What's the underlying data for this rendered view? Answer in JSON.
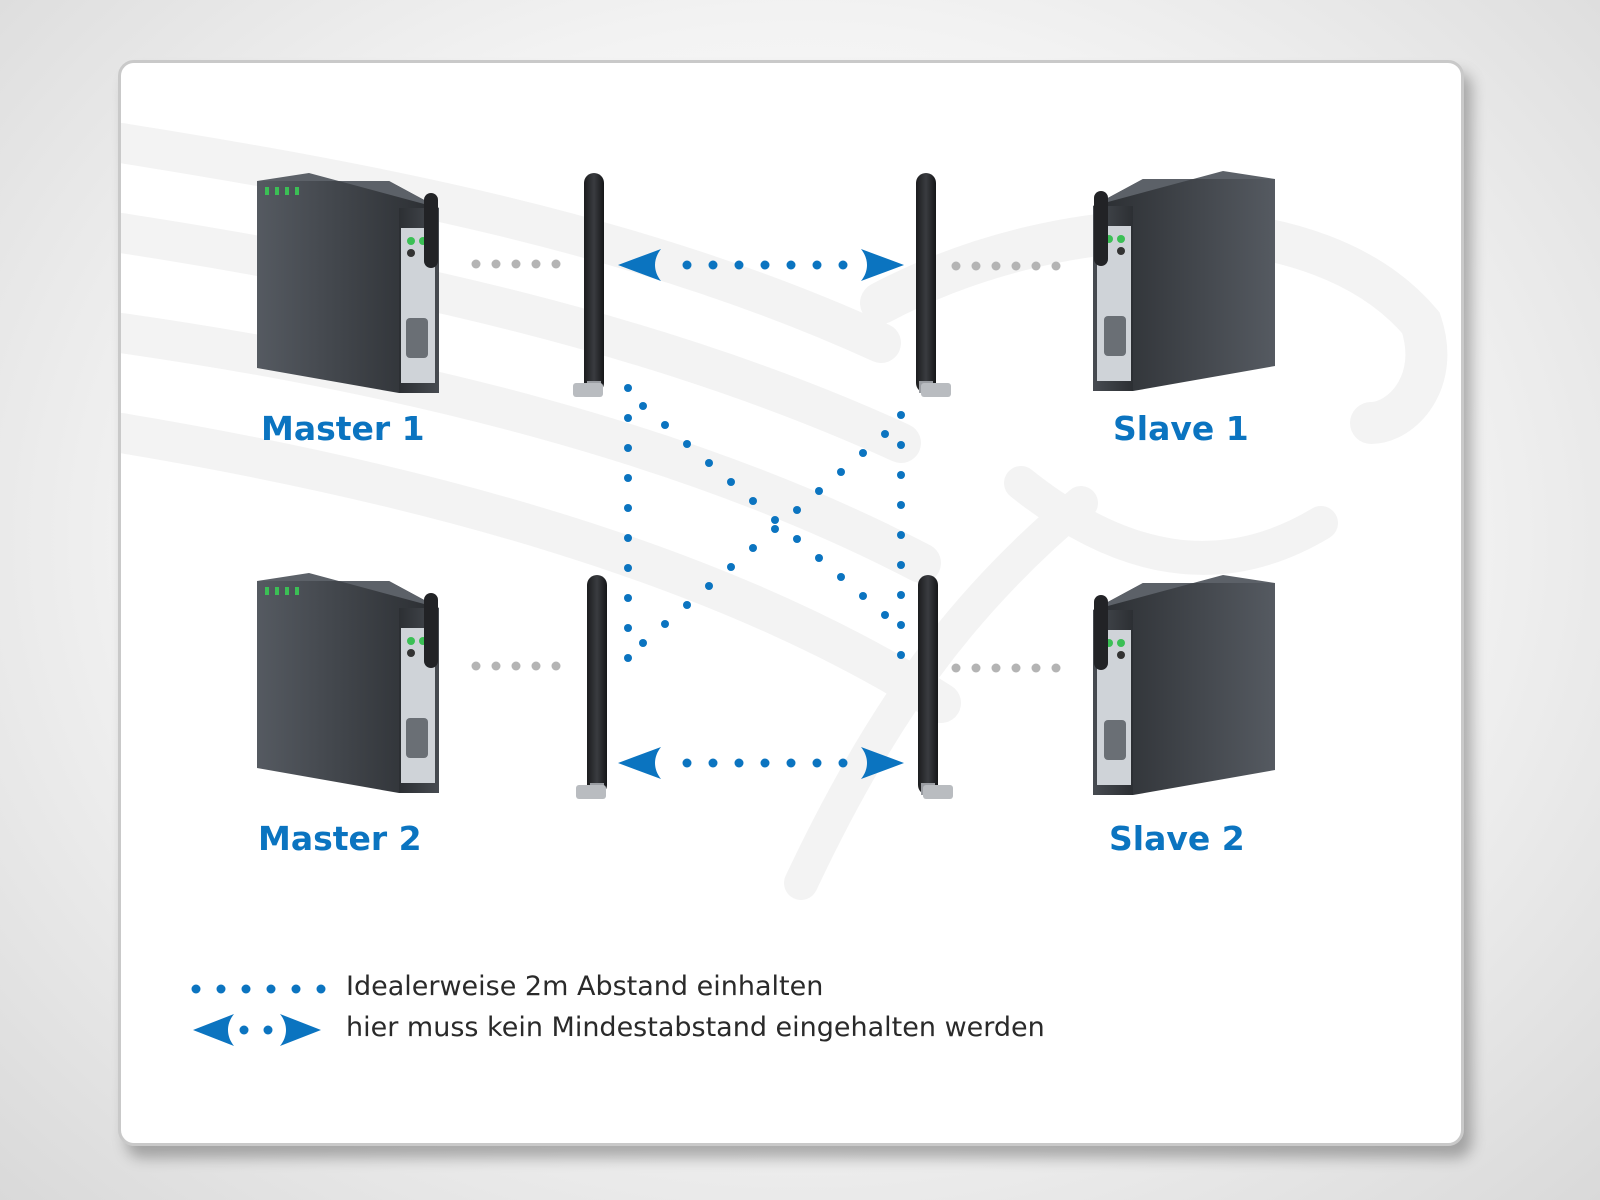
{
  "devices": {
    "master1": {
      "label": "Master 1"
    },
    "master2": {
      "label": "Master 2"
    },
    "slave1": {
      "label": "Slave 1"
    },
    "slave2": {
      "label": "Slave 2"
    }
  },
  "legend": {
    "dotted_text": "Idealerweise 2m Abstand einhalten",
    "arrow_text": "hier muss kein Mindestabstand eingehalten werden"
  },
  "colors": {
    "accent_blue": "#0b74c0",
    "gray_dots": "#b4b4b4",
    "device_body": "#33363b"
  }
}
